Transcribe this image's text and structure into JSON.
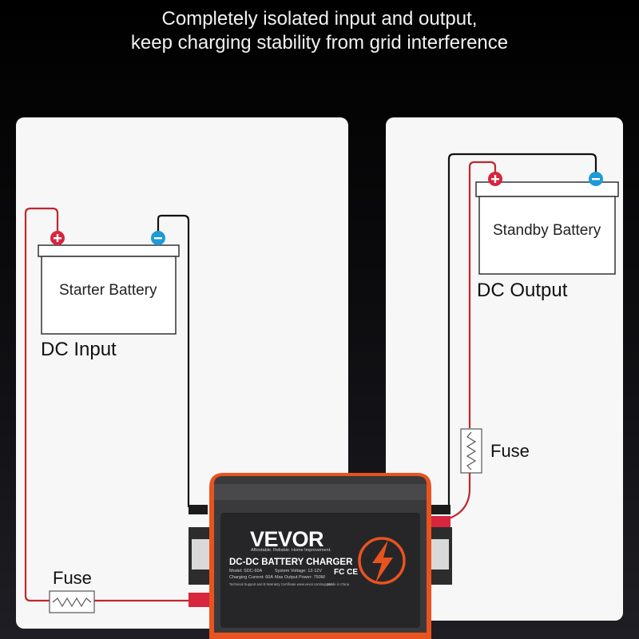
{
  "headline": {
    "line1": "Completely isolated input and output,",
    "line2": "keep charging stability from grid interference"
  },
  "input_side": {
    "battery_label": "Starter Battery",
    "section_label": "DC Input",
    "fuse_label": "Fuse"
  },
  "output_side": {
    "battery_label": "Standby Battery",
    "section_label": "DC Output",
    "fuse_label": "Fuse"
  },
  "device": {
    "brand": "VEVOR",
    "tagline": "Affordable. Reliable. Home Improvement.",
    "product_name": "DC-DC BATTERY CHARGER",
    "specs": [
      "Model: SDC-60A",
      "System Voltage: 12-12V",
      "Charging Current: 60A",
      "Max Output Power: 750W"
    ],
    "support": "Technical Support and E-Warranty Certificate www.vevor.com/support",
    "origin": "Made in China",
    "cert_marks": "FC CE"
  },
  "colors": {
    "positive_wire": "#c0272d",
    "negative_wire": "#111111",
    "positive_terminal": "#d7263d",
    "negative_terminal": "#1e9bd7",
    "device_accent": "#e8531f"
  },
  "icons": [
    "plus-icon",
    "minus-icon",
    "lightning-icon",
    "fuse-icon"
  ]
}
